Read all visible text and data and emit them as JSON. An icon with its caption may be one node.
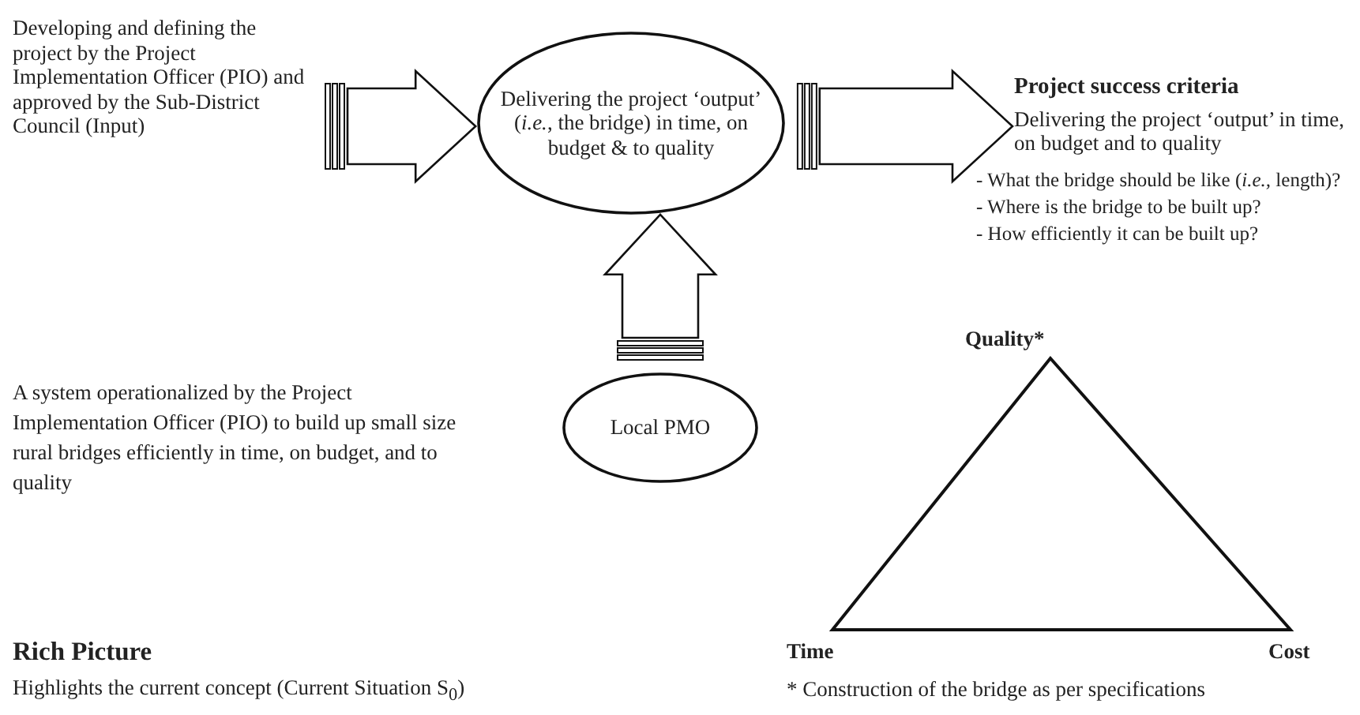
{
  "diagram": {
    "title": "Rich Picture",
    "caption": "Highlights the current concept (Current Situation S$_{0}$)",
    "nodes": [
      {
        "text": [
          "Developing and defining the project by the Project Implementation Officer (PIO) and approved by the Sub-District Council (Input)"
        ]
      },
      {
        "text": [
          "Delivering the project ‘output’ (*i.e.*, the bridge) in time, on budget & to quality"
        ]
      },
      {
        "text": [
          "Project success criteria",
          "Delivering the project ‘output’ in time, on budget and to quality"
        ]
      },
      {
        "text": [
          "Local PMO"
        ]
      }
    ],
    "edges": [
      {
        "from": 0,
        "to": 1,
        "arrow": "to"
      },
      {
        "from": 1,
        "to": 2,
        "arrow": "to"
      },
      {
        "from": 3,
        "to": 1,
        "arrow": "to"
      }
    ],
    "labels": [
      "- What the bridge should be like (*i.e.,* length)?",
      "- Where is the bridge to be built up?",
      "- How efficiently it can be built up?",
      "A system operationalized by the Project Implementation Officer (PIO) to build up small size rural bridges efficiently in time, on budget, and to quality",
      "Quality*",
      "Time",
      "Cost",
      "* Construction of the bridge as per specifications"
    ]
  }
}
